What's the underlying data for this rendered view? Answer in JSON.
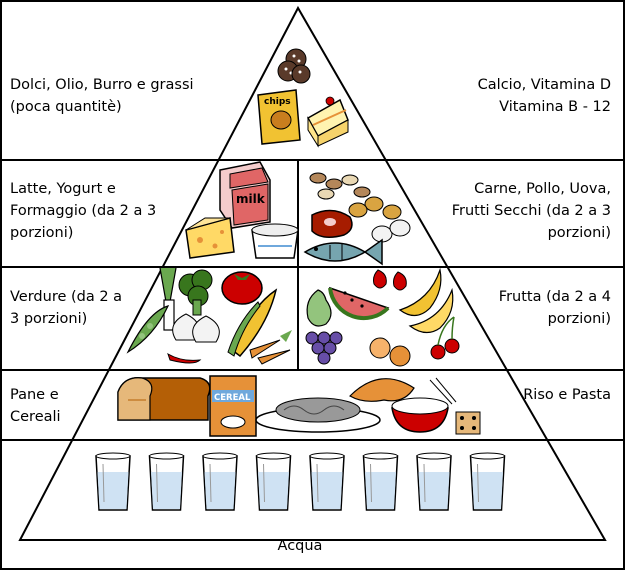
{
  "pyramid": {
    "tiers": [
      {
        "id": "top",
        "left_label": "Dolci, Olio, Burro e grassi\n(poca quantitè)",
        "right_label": "Calcio, Vitamina D\nVitamina B - 12",
        "chips_text": "chips"
      },
      {
        "id": "dairy-protein",
        "left_label": "Latte, Yogurt e\nFormaggio (da 2 a 3\nporzioni)",
        "right_label": "Carne, Pollo, Uova,\nFrutti Secchi (da 2 a 3\nporzioni)",
        "milk_text": "milk"
      },
      {
        "id": "veg-fruit",
        "left_label": "Verdure (da 2 a\n3 porzioni)",
        "right_label": "Frutta (da 2 a 4\nporzioni)"
      },
      {
        "id": "grains",
        "left_label": "Pane e\nCereali",
        "right_label": "Riso e Pasta",
        "cereal_text": "CEREAL"
      }
    ],
    "base": {
      "label": "Acqua",
      "glass_count": 8
    }
  },
  "colors": {
    "outline": "#000000",
    "background": "#ffffff"
  }
}
